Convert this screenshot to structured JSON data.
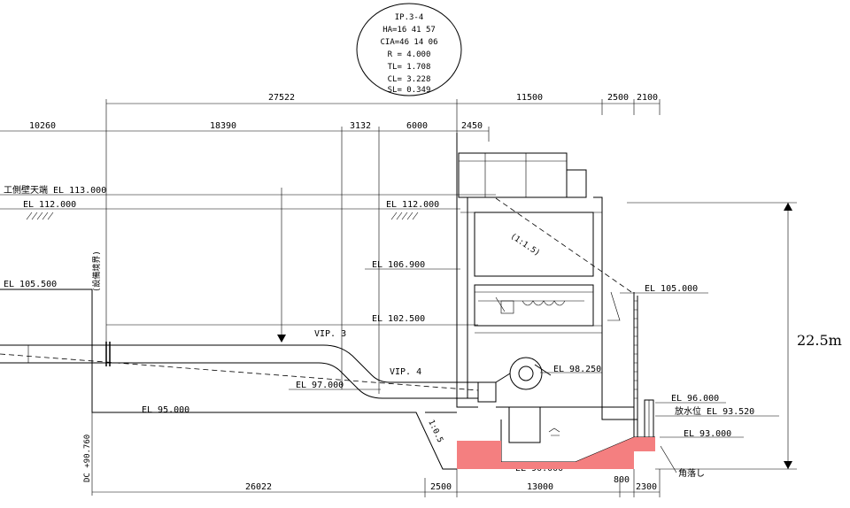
{
  "curve": {
    "title": "IP.3-4",
    "lines": [
      "HA=16 41 57",
      "CIA=46 14 06",
      "R = 4.000",
      "TL= 1.708",
      "CL= 3.228",
      "SL= 0.349"
    ]
  },
  "dimensions_top": {
    "overall": "27522",
    "d11500": "11500",
    "d2500": "2500",
    "d2100": "2100",
    "d10260": "10260",
    "d18390": "18390",
    "d3132": "3132",
    "d6000": "6000",
    "d2450": "2450"
  },
  "dimensions_bottom": {
    "d26022": "26022",
    "d2500": "2500",
    "d13000": "13000",
    "d800": "800",
    "d2300": "2300"
  },
  "elevations": {
    "el113": "工側壁天端 EL 113.000",
    "el112_left": "EL 112.000",
    "el112_right": "EL 112.000",
    "el106": "EL 106.900",
    "el105_5": "EL 105.500",
    "el105": "EL 105.000",
    "el102": "EL 102.500",
    "el98": "EL 98.250",
    "el97": "EL 97.000",
    "el96": "EL 96.000",
    "el95": "EL 95.000",
    "el93_52": "放水位 EL 93.520",
    "el93": "EL 93.000",
    "el90": "EL 90.000",
    "dc": "DC +90.760"
  },
  "labels": {
    "vip3": "VIP. 3",
    "vip4": "VIP. 4",
    "boundary": "(設備境界)",
    "slope_upper": "(1:1.5)",
    "slope_lower": "1:0.5",
    "drop": "角落し",
    "height": "22.5m"
  },
  "colors": {
    "line": "#000000",
    "tailwater_fill": "#f47f80"
  }
}
